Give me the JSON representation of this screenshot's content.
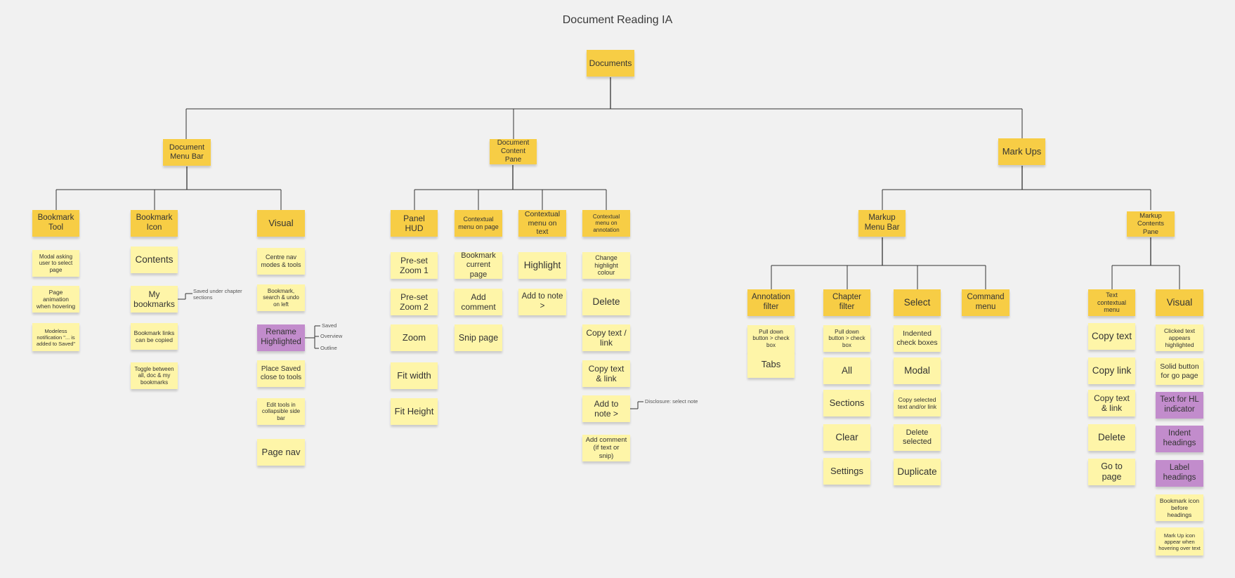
{
  "title": "Document Reading IA",
  "colors": {
    "heading_note": "#f7cd45",
    "item_note": "#fef5a8",
    "highlight_note": "#c28ccc",
    "connector": "#333333"
  },
  "root": "Documents",
  "branches": [
    {
      "label": "Document Menu Bar",
      "groups": [
        {
          "label": "Bookmark Tool",
          "items": [
            {
              "label": "Modal asking user to select page"
            },
            {
              "label": "Page animation when hovering"
            },
            {
              "label": "Modeless notification \"... is added to Saved\""
            }
          ]
        },
        {
          "label": "Bookmark Icon",
          "items": [
            {
              "label": "Contents"
            },
            {
              "label": "My bookmarks",
              "annotation": "Saved under chapter sections"
            },
            {
              "label": "Bookmark links can be copied"
            },
            {
              "label": "Toggle between all, doc & my bookmarks"
            }
          ]
        },
        {
          "label": "Visual",
          "items": [
            {
              "label": "Centre nav modes & tools"
            },
            {
              "label": "Bookmark, search & undo on left"
            },
            {
              "label": "Rename Highlighted",
              "highlight": true,
              "options": [
                "Saved",
                "Overview",
                "Outline"
              ]
            },
            {
              "label": "Place Saved close to tools"
            },
            {
              "label": "Edit tools in collapsible side bar"
            },
            {
              "label": "Page nav"
            }
          ]
        }
      ]
    },
    {
      "label": "Document Content Pane",
      "groups": [
        {
          "label": "Panel HUD",
          "items": [
            {
              "label": "Pre-set Zoom 1"
            },
            {
              "label": "Pre-set Zoom 2"
            },
            {
              "label": "Zoom"
            },
            {
              "label": "Fit width"
            },
            {
              "label": "Fit Height"
            }
          ]
        },
        {
          "label": "Contextual menu on page",
          "items": [
            {
              "label": "Bookmark current page"
            },
            {
              "label": "Add comment"
            },
            {
              "label": "Snip page"
            }
          ]
        },
        {
          "label": "Contextual menu on text",
          "items": [
            {
              "label": "Highlight"
            },
            {
              "label": "Add to note >"
            }
          ]
        },
        {
          "label": "Contextual menu on annotation",
          "items": [
            {
              "label": "Change highlight colour"
            },
            {
              "label": "Delete"
            },
            {
              "label": "Copy text / link"
            },
            {
              "label": "Copy text & link"
            },
            {
              "label": "Add to note >",
              "annotation": "Disclosure: select note"
            },
            {
              "label": "Add comment (if text or snip)"
            }
          ]
        }
      ]
    },
    {
      "label": "Mark Ups",
      "subgroups": [
        {
          "label": "Markup Menu Bar",
          "groups": [
            {
              "label": "Annotation filter",
              "items": [
                {
                  "label": "Pull down button > check box"
                },
                {
                  "label": "Tabs"
                }
              ]
            },
            {
              "label": "Chapter filter",
              "items": [
                {
                  "label": "Pull down button > check box"
                },
                {
                  "label": "All"
                },
                {
                  "label": "Sections"
                },
                {
                  "label": "Clear"
                },
                {
                  "label": "Settings"
                }
              ]
            },
            {
              "label": "Select",
              "items": [
                {
                  "label": "Indented check boxes"
                },
                {
                  "label": "Modal"
                },
                {
                  "label": "Copy selected text and/or link"
                },
                {
                  "label": "Delete selected"
                },
                {
                  "label": "Duplicate"
                }
              ]
            },
            {
              "label": "Command menu",
              "items": []
            }
          ]
        },
        {
          "label": "Markup Contents Pane",
          "groups": [
            {
              "label": "Text contextual menu",
              "items": [
                {
                  "label": "Copy text"
                },
                {
                  "label": "Copy link"
                },
                {
                  "label": "Copy text & link"
                },
                {
                  "label": "Delete"
                },
                {
                  "label": "Go to page"
                }
              ]
            },
            {
              "label": "Visual",
              "items": [
                {
                  "label": "Clicked text appears highlighted"
                },
                {
                  "label": "Solid button for go page"
                },
                {
                  "label": "Text for HL indicator",
                  "highlight": true
                },
                {
                  "label": "Indent headings",
                  "highlight": true
                },
                {
                  "label": "Label headings",
                  "highlight": true
                },
                {
                  "label": "Bookmark icon before headings"
                },
                {
                  "label": "Mark Up icon appear when hovering over text"
                }
              ]
            }
          ]
        }
      ]
    }
  ]
}
